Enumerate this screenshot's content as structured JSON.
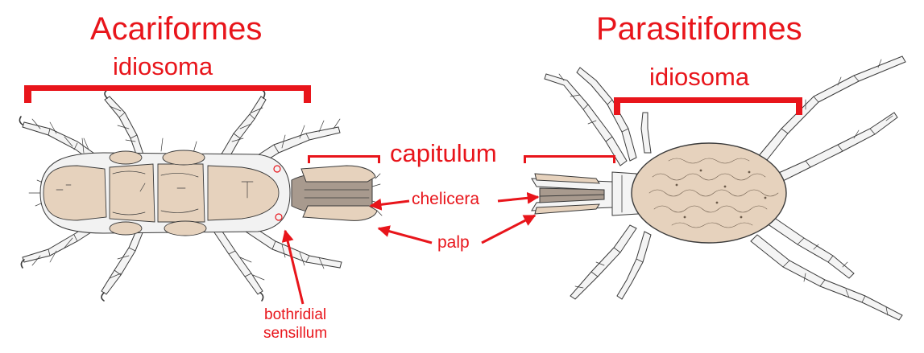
{
  "labels": {
    "acariformes": "Acariformes",
    "parasitiformes": "Parasitiformes",
    "idiosoma_left": "idiosoma",
    "idiosoma_right": "idiosoma",
    "capitulum": "capitulum",
    "chelicera": "chelicera",
    "palp": "palp",
    "bothridial_line1": "bothridial",
    "bothridial_line2": "sensillum"
  },
  "colors": {
    "label": "#e8151b",
    "body_fill": "#e6d2bd",
    "capitulum_fill": "#a89a8e",
    "ink": "#3a3a3a",
    "leg_fill": "#f4f4f4"
  }
}
